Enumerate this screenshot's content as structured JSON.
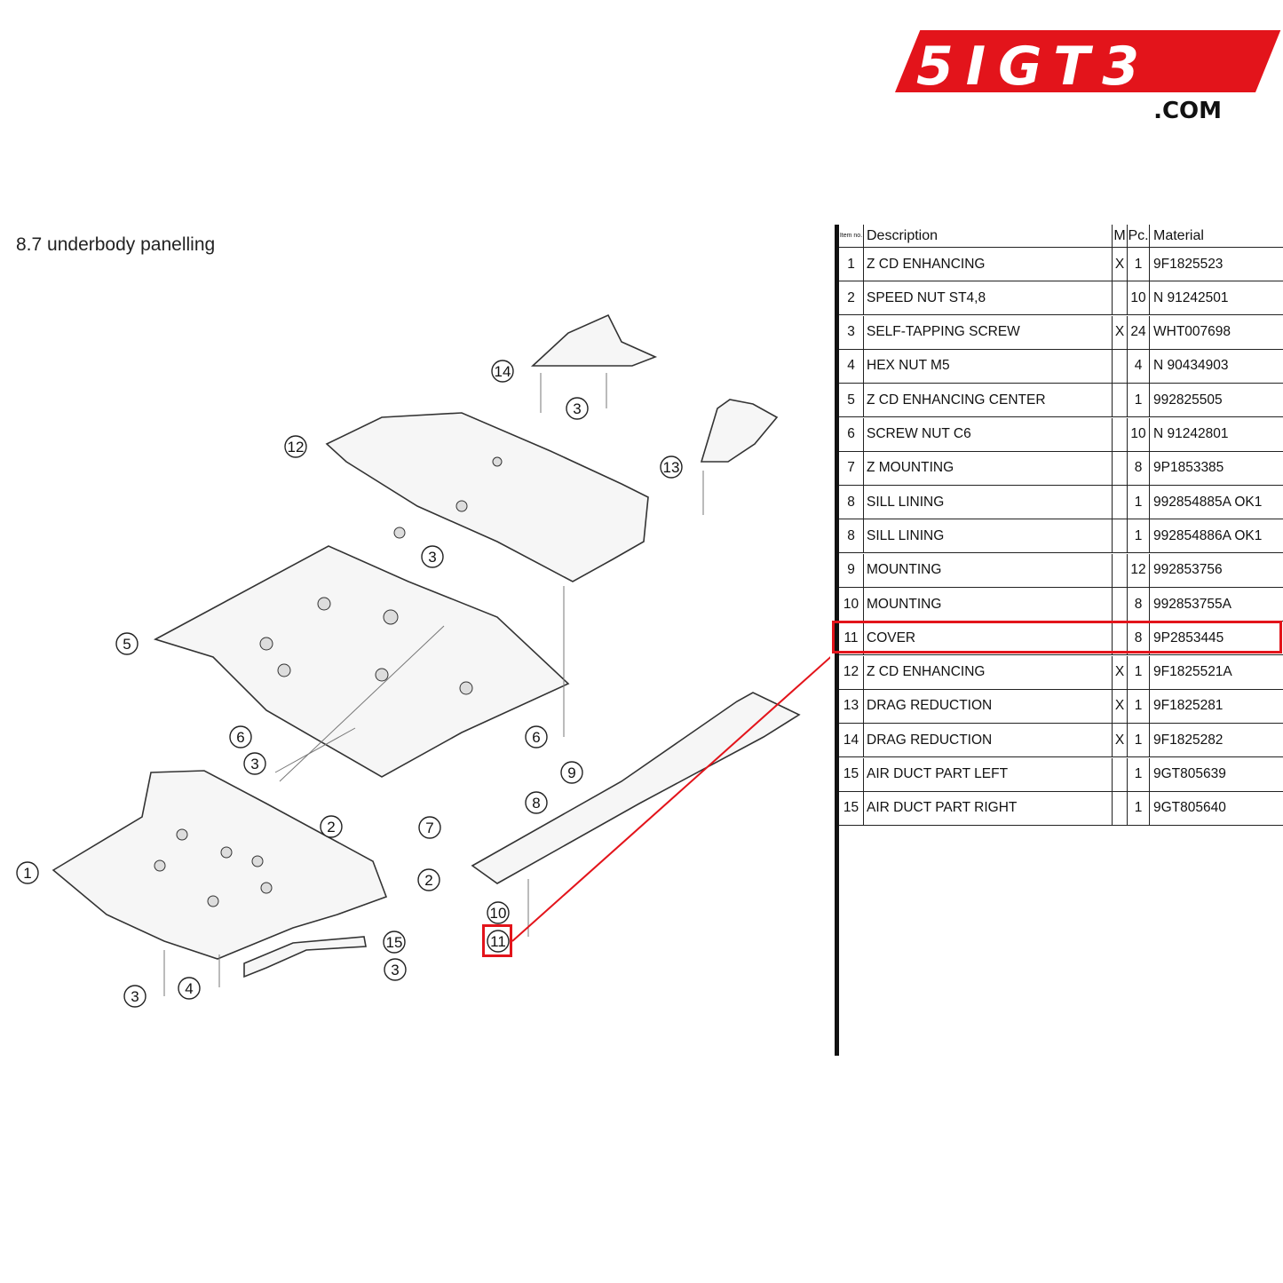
{
  "logo": {
    "text": "5IGT3",
    "domain": ".COM"
  },
  "section_title": "8.7  underbody panelling",
  "table": {
    "headers": {
      "item": "Item no.",
      "description": "Description",
      "m": "M",
      "pc": "Pc.",
      "material": "Material"
    },
    "rows": [
      {
        "item": "1",
        "description": "Z CD ENHANCING",
        "m": "X",
        "pc": "1",
        "material": "9F1825523"
      },
      {
        "item": "2",
        "description": "SPEED NUT ST4,8",
        "m": "",
        "pc": "10",
        "material": "N 91242501"
      },
      {
        "item": "3",
        "description": "SELF-TAPPING SCREW",
        "m": "X",
        "pc": "24",
        "material": "WHT007698"
      },
      {
        "item": "4",
        "description": "HEX NUT M5",
        "m": "",
        "pc": "4",
        "material": "N 90434903"
      },
      {
        "item": "5",
        "description": "Z CD ENHANCING CENTER",
        "m": "",
        "pc": "1",
        "material": "992825505"
      },
      {
        "item": "6",
        "description": "SCREW NUT C6",
        "m": "",
        "pc": "10",
        "material": "N 91242801"
      },
      {
        "item": "7",
        "description": "Z MOUNTING",
        "m": "",
        "pc": "8",
        "material": "9P1853385"
      },
      {
        "item": "8",
        "description": "SILL LINING",
        "m": "",
        "pc": "1",
        "material": "992854885A OK1"
      },
      {
        "item": "8",
        "description": "SILL LINING",
        "m": "",
        "pc": "1",
        "material": "992854886A OK1"
      },
      {
        "item": "9",
        "description": "MOUNTING",
        "m": "",
        "pc": "12",
        "material": "992853756"
      },
      {
        "item": "10",
        "description": "MOUNTING",
        "m": "",
        "pc": "8",
        "material": "992853755A"
      },
      {
        "item": "11",
        "description": "COVER",
        "m": "",
        "pc": "8",
        "material": "9P2853445"
      },
      {
        "item": "12",
        "description": "Z CD ENHANCING",
        "m": "X",
        "pc": "1",
        "material": "9F1825521A"
      },
      {
        "item": "13",
        "description": "DRAG REDUCTION",
        "m": "X",
        "pc": "1",
        "material": "9F1825281"
      },
      {
        "item": "14",
        "description": "DRAG REDUCTION",
        "m": "X",
        "pc": "1",
        "material": "9F1825282"
      },
      {
        "item": "15",
        "description": "AIR DUCT PART LEFT",
        "m": "",
        "pc": "1",
        "material": "9GT805639"
      },
      {
        "item": "15",
        "description": "AIR DUCT PART RIGHT",
        "m": "",
        "pc": "1",
        "material": "9GT805640"
      }
    ]
  },
  "highlight": {
    "item": "11",
    "color": "#e3141b"
  },
  "callouts": [
    "14",
    "3",
    "12",
    "13",
    "3",
    "5",
    "6",
    "3",
    "6",
    "9",
    "8",
    "1",
    "2",
    "7",
    "2",
    "10",
    "11",
    "15",
    "3",
    "3",
    "4"
  ]
}
